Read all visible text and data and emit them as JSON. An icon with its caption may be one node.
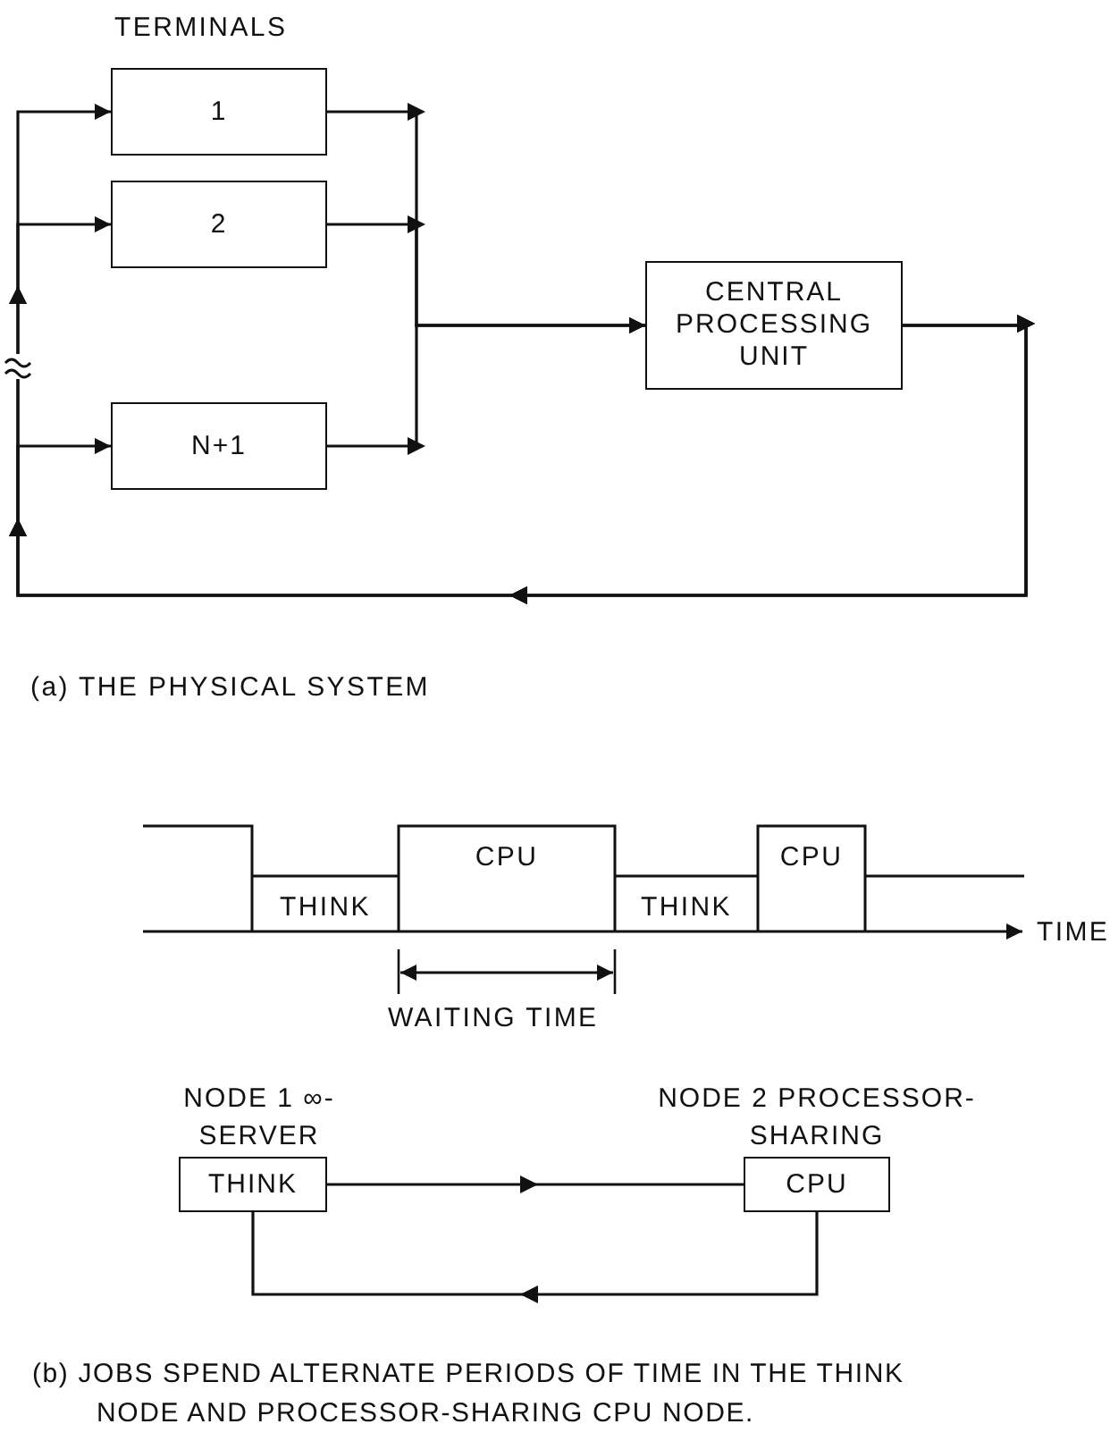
{
  "diagram": {
    "nodes": [
      {
        "text": [
          "1"
        ]
      },
      {
        "text": [
          "2"
        ]
      },
      {
        "text": [
          "N+1"
        ]
      },
      {
        "text": [
          "CENTRAL PROCESSING UNIT"
        ]
      },
      {
        "text": [
          "NODE 1 ∞-SERVER",
          "THINK"
        ]
      },
      {
        "text": [
          "NODE 2 PROCESSOR-SHARING",
          "CPU"
        ]
      }
    ],
    "edges": [
      {
        "from": 3,
        "to": 0,
        "arrow": "to"
      },
      {
        "from": 3,
        "to": 1,
        "arrow": "to"
      },
      {
        "from": 3,
        "to": 2,
        "arrow": "to"
      },
      {
        "from": 0,
        "to": 3,
        "arrow": "to"
      },
      {
        "from": 1,
        "to": 3,
        "arrow": "to"
      },
      {
        "from": 2,
        "to": 3,
        "arrow": "to"
      },
      {
        "from": 4,
        "to": 5,
        "arrow": "to"
      },
      {
        "from": 5,
        "to": 4,
        "arrow": "to"
      }
    ],
    "labels": [
      "TERMINALS",
      "(a) THE PHYSICAL SYSTEM",
      "THINK",
      "CPU",
      "THINK",
      "CPU",
      "TIME",
      "WAITING TIME",
      "(b) JOBS SPEND ALTERNATE PERIODS OF TIME IN THE THINK NODE AND PROCESSOR-SHARING CPU NODE."
    ]
  }
}
